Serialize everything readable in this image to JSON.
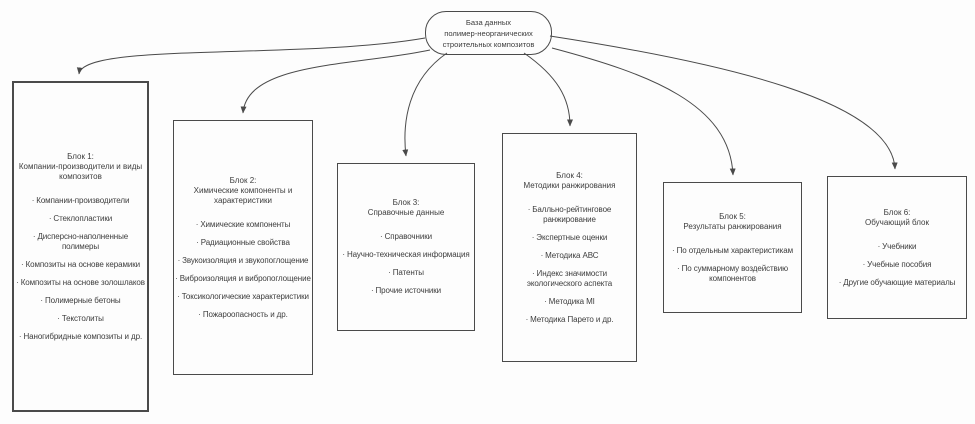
{
  "colors": {
    "background": "#fdfdfd",
    "line": "#4a4a4a",
    "border": "#4a4a4a",
    "text": "#3d3d3d"
  },
  "bullet": "·",
  "database": {
    "lines": [
      "База данных",
      "полимер-неорганических",
      "строительных композитов"
    ]
  },
  "blocks": [
    {
      "title": "Блок 1:",
      "name": "Компании-производители и виды композитов",
      "items": [
        "Компании-производители",
        "Стеклопластики",
        "Дисперсно-наполненные полимеры",
        "Композиты на основе керамики",
        "Композиты на основе золошлаков",
        "Полимерные бетоны",
        "Текстолиты",
        "Наногибридные композиты и др."
      ]
    },
    {
      "title": "Блок 2:",
      "name": "Химические компоненты и характеристики",
      "items": [
        "Химические компоненты",
        "Радиационные свойства",
        "Звукоизоляция и звукопоглощение",
        "Виброизоляция и вибропоглощение",
        "Токсикологические характеристики",
        "Пожароопасность и др."
      ]
    },
    {
      "title": "Блок 3:",
      "name": "Справочные данные",
      "items": [
        "Справочники",
        "Научно-техническая информация",
        "Патенты",
        "Прочие источники"
      ]
    },
    {
      "title": "Блок 4:",
      "name": "Методики ранжирования",
      "items": [
        "Балльно-рейтинговое ранжирование",
        "Экспертные оценки",
        "Методика АВС",
        "Индекс значимости экологического аспекта",
        "Методика MI",
        "Методика Парето и др."
      ]
    },
    {
      "title": "Блок 5:",
      "name": "Результаты ранжирования",
      "items": [
        "По отдельным характеристикам",
        "По суммарному воздействию компонентов"
      ]
    },
    {
      "title": "Блок 6:",
      "name": "Обучающий блок",
      "items": [
        "Учебники",
        "Учебные пособия",
        "Другие обучающие материалы"
      ]
    }
  ]
}
